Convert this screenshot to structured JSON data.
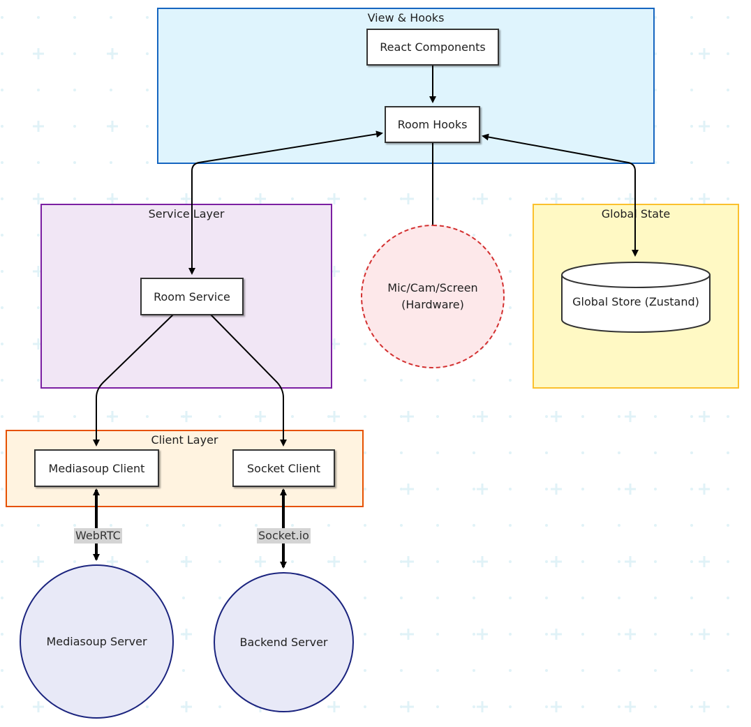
{
  "groups": {
    "view_hooks": {
      "label": "View & Hooks",
      "fill": "#dff4fd",
      "stroke": "#1565c0"
    },
    "service_layer": {
      "label": "Service Layer",
      "fill": "#f1e6f5",
      "stroke": "#7b1fa2"
    },
    "global_state": {
      "label": "Global State",
      "fill": "#fff9c4",
      "stroke": "#fbc02d"
    },
    "client_layer": {
      "label": "Client Layer",
      "fill": "#fff3e0",
      "stroke": "#e65100"
    }
  },
  "nodes": {
    "react_components": "React Components",
    "room_hooks": "Room Hooks",
    "room_service": "Room Service",
    "hardware_line1": "Mic/Cam/Screen",
    "hardware_line2": "(Hardware)",
    "global_store": "Global Store (Zustand)",
    "mediasoup_client": "Mediasoup Client",
    "socket_client": "Socket Client",
    "mediasoup_server": "Mediasoup Server",
    "backend_server": "Backend Server"
  },
  "edge_labels": {
    "webrtc": "WebRTC",
    "socketio": "Socket.io"
  },
  "colors": {
    "hardware_fill": "#fde8ea",
    "hardware_stroke": "#d32f2f",
    "server_fill": "#e8e9f7",
    "server_stroke": "#1a237e",
    "edge": "#000000",
    "grid_plus": "#e0f2f7"
  }
}
